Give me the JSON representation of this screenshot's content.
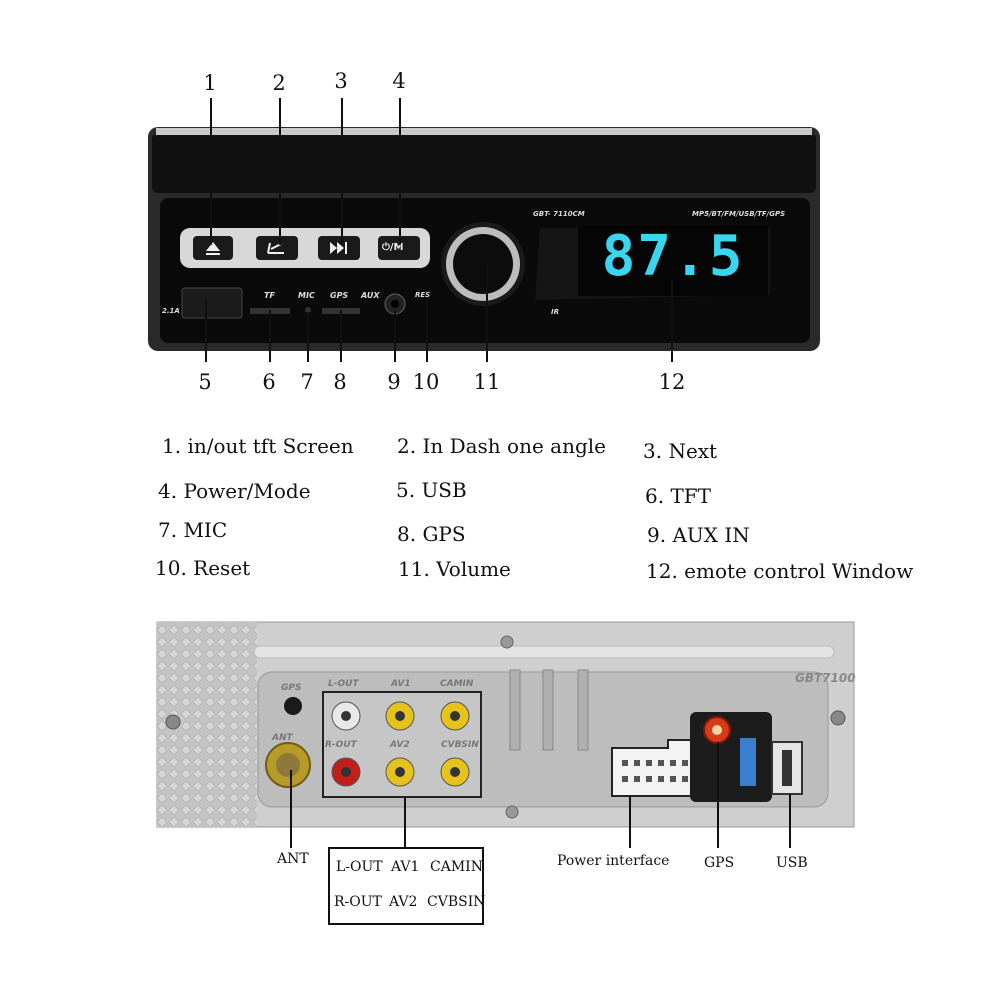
{
  "front_panel": {
    "model_label": "GBT- 7110CM",
    "formats_label": "MP5/BT/FM/USB/TF/GPS",
    "display_value": "87.5",
    "usb_rating": "2.1A",
    "port_labels": {
      "tf": "TF",
      "mic": "MIC",
      "gps": "GPS",
      "aux": "AUX",
      "res": "RES",
      "ir": "IR"
    },
    "power_button_label": "⏻/M",
    "callout_numbers": [
      "1",
      "2",
      "3",
      "4",
      "5",
      "6",
      "7",
      "8",
      "9",
      "10",
      "11",
      "12"
    ]
  },
  "legend": [
    "1. in/out tft Screen",
    "2. In Dash one angle",
    "3. Next",
    "4. Power/Mode",
    "5. USB",
    "6. TFT",
    "7. MIC",
    "8. GPS",
    "9. AUX IN",
    "10. Reset",
    "11. Volume",
    "12. emote control Window"
  ],
  "rear_panel": {
    "stamp": "GBT7100",
    "embossed": {
      "gps": "GPS",
      "ant": "ANT",
      "lout": "L-OUT",
      "av1": "AV1",
      "camin": "CAMIN",
      "rout": "R-OUT",
      "av2": "AV2",
      "cvbsin": "CVBSIN"
    },
    "labels": {
      "ant": "ANT",
      "power": "Power interface",
      "gps": "GPS",
      "usb": "USB"
    },
    "av_box": [
      [
        "L-OUT",
        "AV1",
        "CAMIN"
      ],
      [
        "R-OUT",
        "AV2",
        "CVBSIN"
      ]
    ]
  },
  "colors": {
    "display": "#3ad6f0",
    "rca_white": "#e8e8e8",
    "rca_red": "#c0201a",
    "rca_yellow": "#e6c21c",
    "gps_connector": "#d93a1a",
    "usb_blue": "#3a7fd0"
  }
}
